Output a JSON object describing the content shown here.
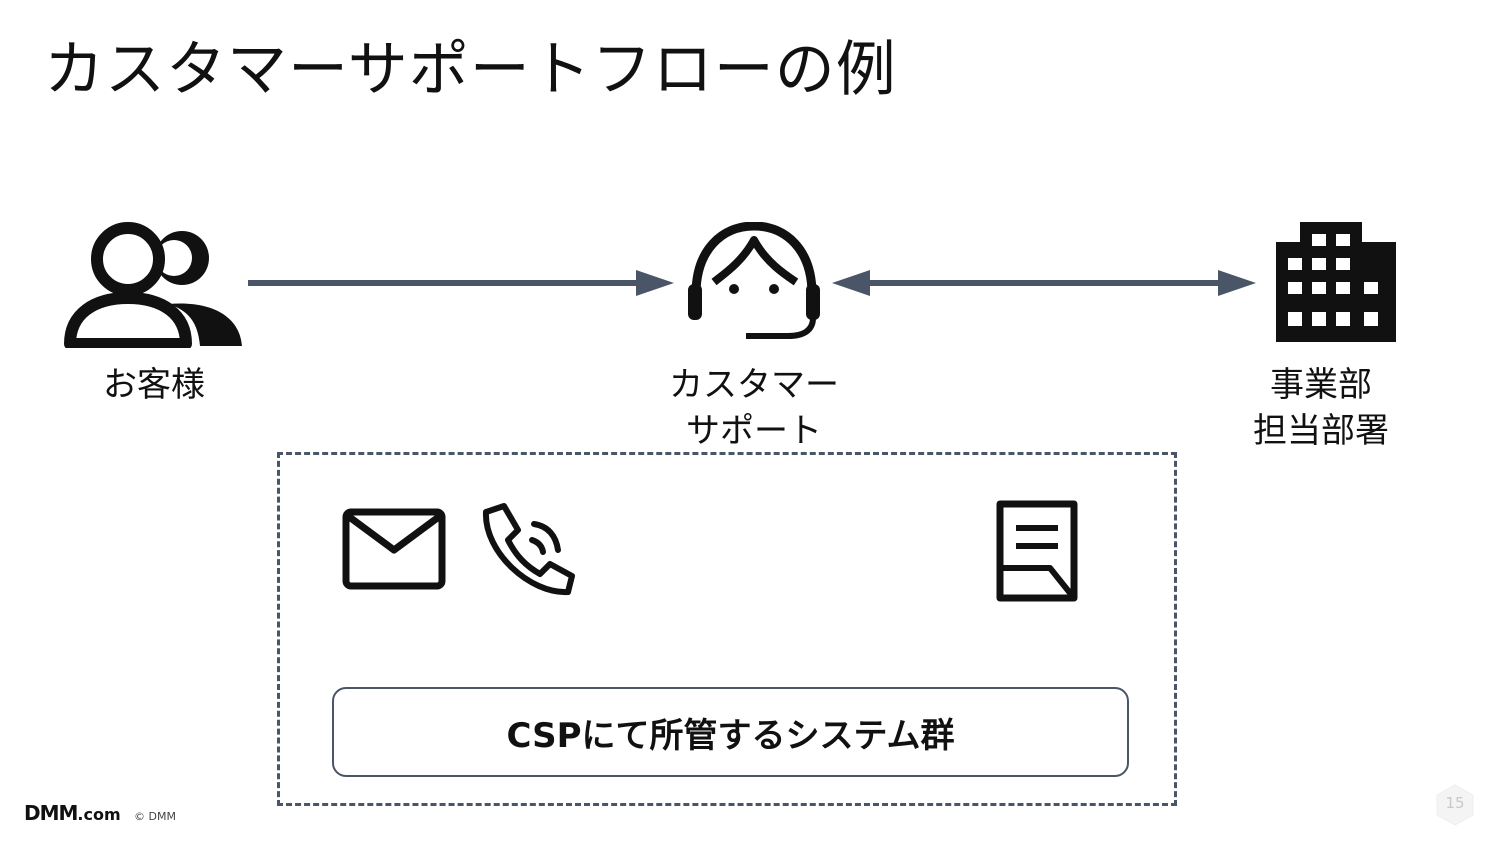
{
  "title": "カスタマーサポートフローの例",
  "actors": {
    "customer": {
      "label": "お客様",
      "icon": "users-icon"
    },
    "support": {
      "label": "カスタマー\nサポート",
      "icon": "headset-agent-icon"
    },
    "department": {
      "label": "事業部\n担当部署",
      "icon": "office-building-icon"
    }
  },
  "systems": {
    "icons": [
      "mail-icon",
      "phone-icon",
      "document-icon"
    ],
    "label": "CSPにて所管するシステム群"
  },
  "footer": {
    "logo": "DMM",
    "logo_suffix": ".com",
    "copyright": "© DMM",
    "page_number": "15"
  },
  "colors": {
    "arrow": "#4a5568",
    "border": "#4a5568",
    "text": "#111111"
  }
}
